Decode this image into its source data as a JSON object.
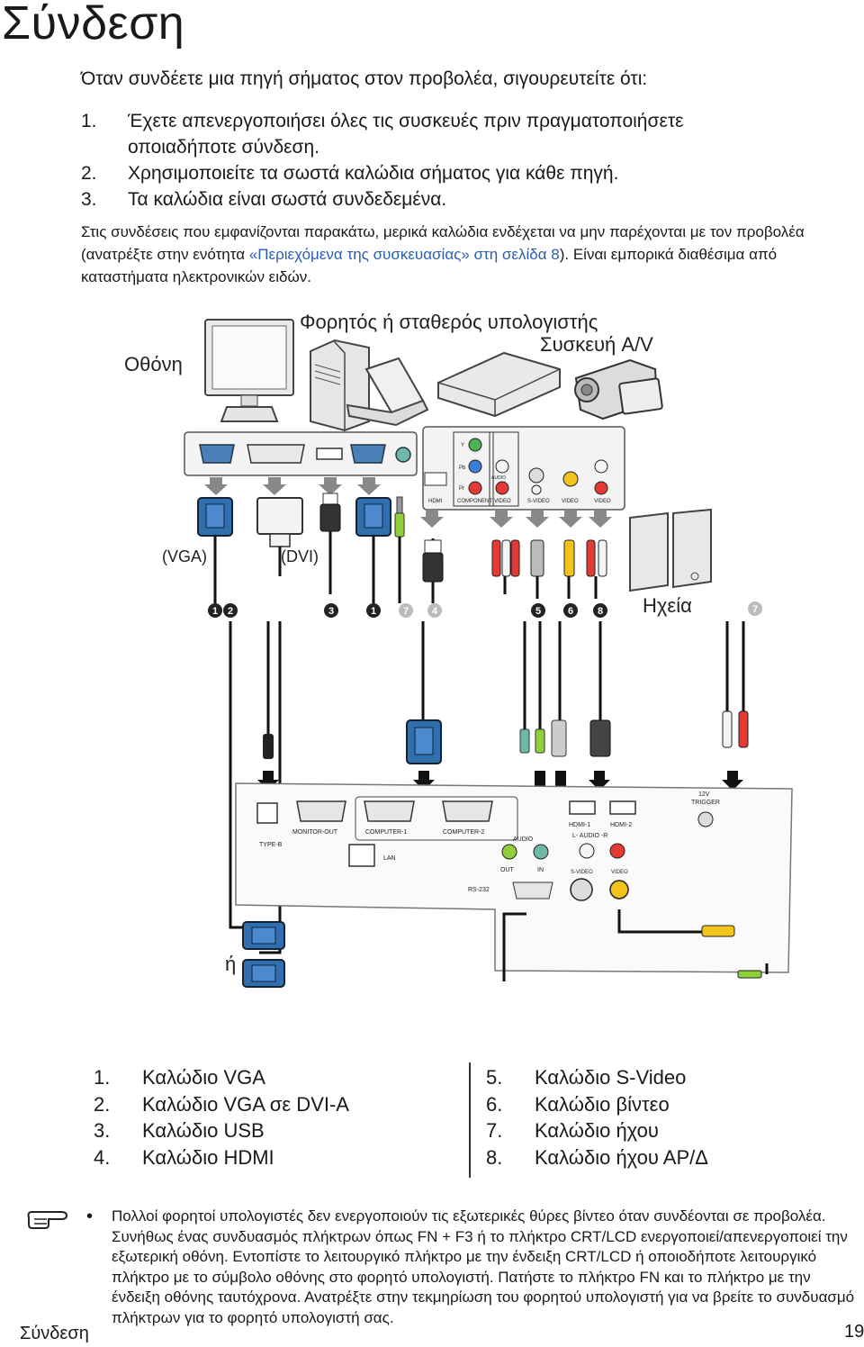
{
  "page": {
    "title": "Σύνδεση",
    "intro": "Όταν συνδέετε μια πηγή σήματος στον προβολέα, σιγουρευτείτε ότι:",
    "checklist": [
      {
        "num": "1.",
        "text": "Έχετε απενεργοποιήσει όλες τις συσκευές πριν πραγματοποιήσετε οποιαδήποτε σύνδεση."
      },
      {
        "num": "2.",
        "text": "Χρησιμοποιείτε τα σωστά καλώδια σήματος για κάθε πηγή."
      },
      {
        "num": "3.",
        "text": "Τα καλώδια είναι σωστά συνδεδεμένα."
      }
    ],
    "note": {
      "before": "Στις συνδέσεις που εμφανίζονται παρακάτω, μερικά καλώδια ενδέχεται να μην παρέχονται με τον προβολέα (ανατρέξτε στην ενότητα ",
      "link": "«Περιεχόμενα της συσκευασίας» στη σελίδα 8",
      "after": "). Είναι εμπορικά διαθέσιμα από καταστήματα ηλεκτρονικών ειδών."
    }
  },
  "diagram": {
    "monitor_label": "Οθόνη",
    "computer_label": "Φορητός ή σταθερός υπολογιστής",
    "av_label": "Συσκευή A/V",
    "vga_label": "(VGA)",
    "dvi_label": "(DVI)",
    "speakers_label": "Ηχεία",
    "or_label": "ή",
    "markers": [
      "1",
      "2",
      "3",
      "1",
      "7",
      "4",
      "5",
      "6",
      "8",
      "7"
    ],
    "av_ports": {
      "hdmi": "HDMI",
      "component": "COMPONENT",
      "video": "VIDEO",
      "svideo": "S-VIDEO",
      "audio": "AUDIO",
      "y": "Y",
      "pb": "Pb",
      "pr": "Pr"
    },
    "projector_ports": {
      "usb": "TYPE-B",
      "monitor_out": "MONITOR-OUT",
      "computer_1": "COMPUTER-1",
      "computer_2": "COMPUTER-2",
      "lan": "LAN",
      "audio": "AUDIO",
      "out": "OUT",
      "in": "IN",
      "rs232": "RS-232",
      "hdmi_1": "HDMI-1",
      "hdmi_2": "HDMI-2",
      "audio_lr": "L- AUDIO -R",
      "svideo": "S-VIDEO",
      "video": "VIDEO",
      "trigger_12v": "12V",
      "trigger": "TRIGGER"
    }
  },
  "legend": {
    "left": [
      {
        "num": "1.",
        "text": "Καλώδιο VGA"
      },
      {
        "num": "2.",
        "text": "Καλώδιο VGA σε DVI-A"
      },
      {
        "num": "3.",
        "text": "Καλώδιο USB"
      },
      {
        "num": "4.",
        "text": "Καλώδιο HDMI"
      }
    ],
    "right": [
      {
        "num": "5.",
        "text": "Καλώδιο S-Video"
      },
      {
        "num": "6.",
        "text": "Καλώδιο βίντεο"
      },
      {
        "num": "7.",
        "text": "Καλώδιο ήχου"
      },
      {
        "num": "8.",
        "text": "Καλώδιο ήχου ΑΡ/Δ"
      }
    ]
  },
  "tip": {
    "bullet": "•",
    "text": "Πολλοί φορητοί υπολογιστές δεν ενεργοποιούν τις εξωτερικές θύρες βίντεο όταν συνδέονται σε προβολέα. Συνήθως ένας συνδυασμός πλήκτρων όπως FN + F3 ή το πλήκτρο CRT/LCD ενεργοποιεί/απενεργοποιεί την εξωτερική οθόνη. Εντοπίστε το λειτουργικό πλήκτρο με την ένδειξη CRT/LCD ή οποιοδήποτε λειτουργικό πλήκτρο με το σύμβολο οθόνης στο φορητό υπολογιστή. Πατήστε το πλήκτρο FN και το πλήκτρο με την ένδειξη οθόνης ταυτόχρονα. Ανατρέξτε στην τεκμηρίωση του φορητού υπολογιστή για να βρείτε το συνδυασμό πλήκτρων για το φορητό υπολογιστή σας."
  },
  "footer": {
    "section": "Σύνδεση",
    "page_number": "19"
  }
}
